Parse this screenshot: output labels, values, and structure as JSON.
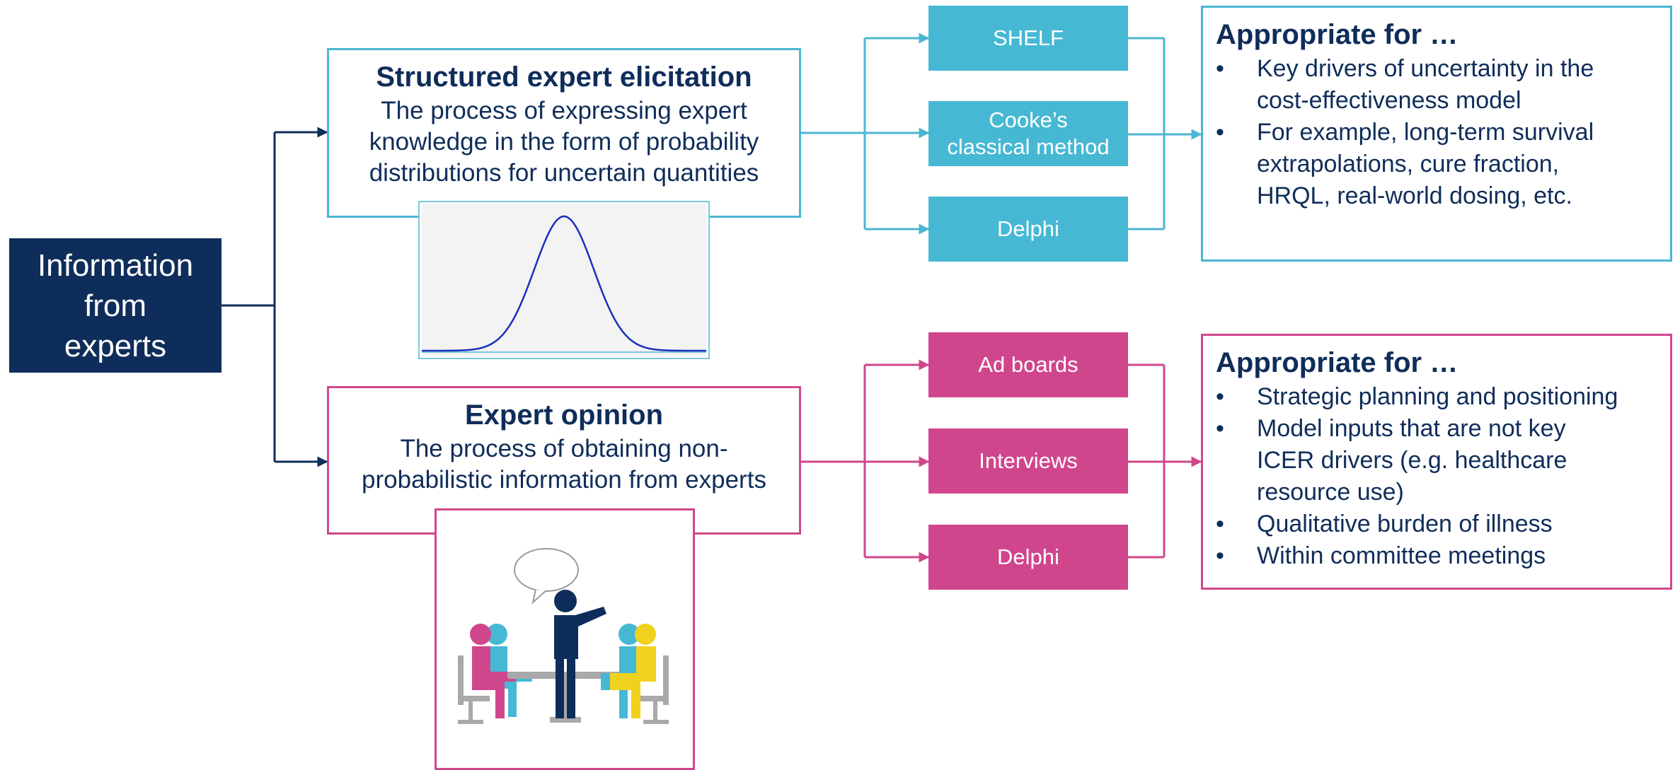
{
  "root": {
    "lines": [
      "Information",
      "from",
      "experts"
    ],
    "color": "#0f2d5a"
  },
  "structured": {
    "title": "Structured expert elicitation",
    "description_lines": [
      "The process of expressing expert",
      "knowledge in the form of probability",
      "distributions for uncertain quantities"
    ],
    "accent_color": "#4ab6d1",
    "illustration": "normal-distribution-curve",
    "methods": [
      {
        "lines": [
          "SHELF"
        ]
      },
      {
        "lines": [
          "Cooke’s",
          "classical method"
        ]
      },
      {
        "lines": [
          "Delphi"
        ]
      }
    ],
    "appropriate": {
      "title": "Appropriate for …",
      "bullet_glyph": "•",
      "items": [
        {
          "lines": [
            "Key drivers of uncertainty in the",
            "cost-effectiveness model"
          ]
        },
        {
          "lines": [
            "For example, long-term survival",
            "extrapolations, cure fraction,",
            "HRQL, real-world dosing, etc."
          ]
        }
      ]
    }
  },
  "opinion": {
    "title": "Expert opinion",
    "description_lines": [
      "The process of obtaining non-",
      "probabilistic information from experts"
    ],
    "accent_color": "#d0468c",
    "illustration": "meeting-icon",
    "methods": [
      {
        "lines": [
          "Ad boards"
        ]
      },
      {
        "lines": [
          "Interviews"
        ]
      },
      {
        "lines": [
          "Delphi"
        ]
      }
    ],
    "appropriate": {
      "title": "Appropriate for …",
      "bullet_glyph": "•",
      "items": [
        {
          "lines": [
            "Strategic planning and positioning"
          ]
        },
        {
          "lines": [
            "Model inputs that are not key",
            "ICER drivers (e.g. healthcare",
            "resource use)"
          ]
        },
        {
          "lines": [
            "Qualitative burden of illness"
          ]
        },
        {
          "lines": [
            "Within committee meetings"
          ]
        }
      ]
    }
  }
}
